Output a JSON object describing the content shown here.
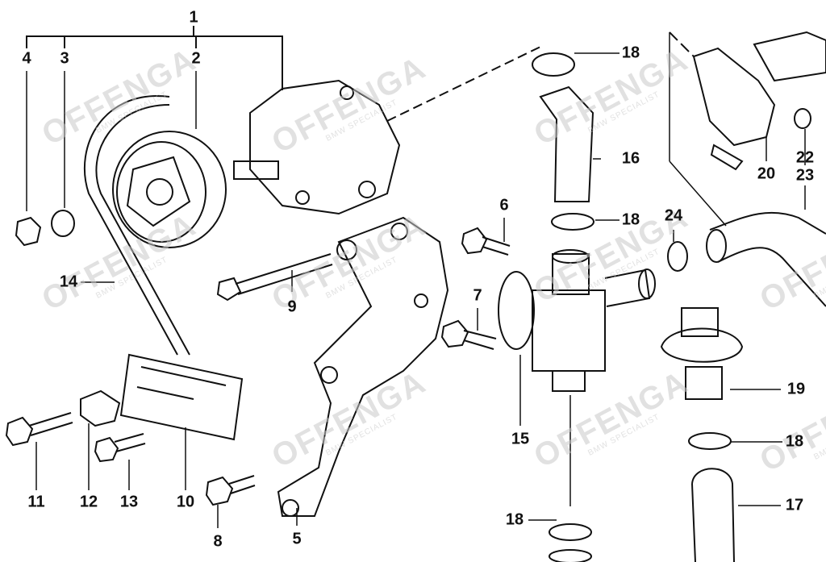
{
  "diagram": {
    "part_labels": {
      "p1": "1",
      "p2": "2",
      "p3": "3",
      "p4": "4",
      "p5": "5",
      "p6": "6",
      "p7": "7",
      "p8": "8",
      "p9": "9",
      "p10": "10",
      "p11": "11",
      "p12": "12",
      "p13": "13",
      "p14": "14",
      "p15": "15",
      "p16": "16",
      "p18a": "18",
      "p18b": "18",
      "p18c": "18",
      "p18d": "18",
      "p17": "17",
      "p19": "19",
      "p20": "20",
      "p22": "22",
      "p23": "23",
      "p24": "24"
    },
    "watermark": {
      "brand": "OFFENGA",
      "tagline": "BMW SPECIALIST"
    }
  }
}
